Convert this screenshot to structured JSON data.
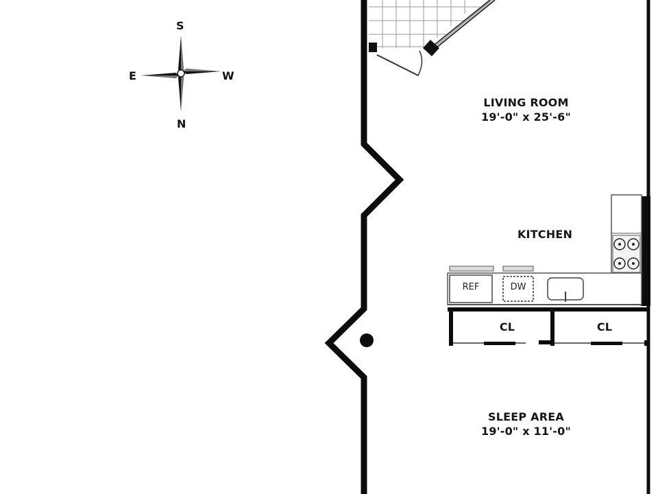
{
  "compass": {
    "north": "N",
    "south": "S",
    "east": "E",
    "west": "W"
  },
  "rooms": {
    "living_room": {
      "name": "LIVING ROOM",
      "dims": "19'-0\" x 25'-6\""
    },
    "kitchen": {
      "name": "KITCHEN"
    },
    "sleep_area": {
      "name": "SLEEP AREA",
      "dims": "19'-0\" x 11'-0\""
    }
  },
  "fixtures": {
    "refrigerator": "REF",
    "dishwasher": "DW",
    "closet_left": "CL",
    "closet_right": "CL"
  },
  "colors": {
    "wall": "#0c0c0c",
    "line": "#444444",
    "background": "#ffffff"
  }
}
